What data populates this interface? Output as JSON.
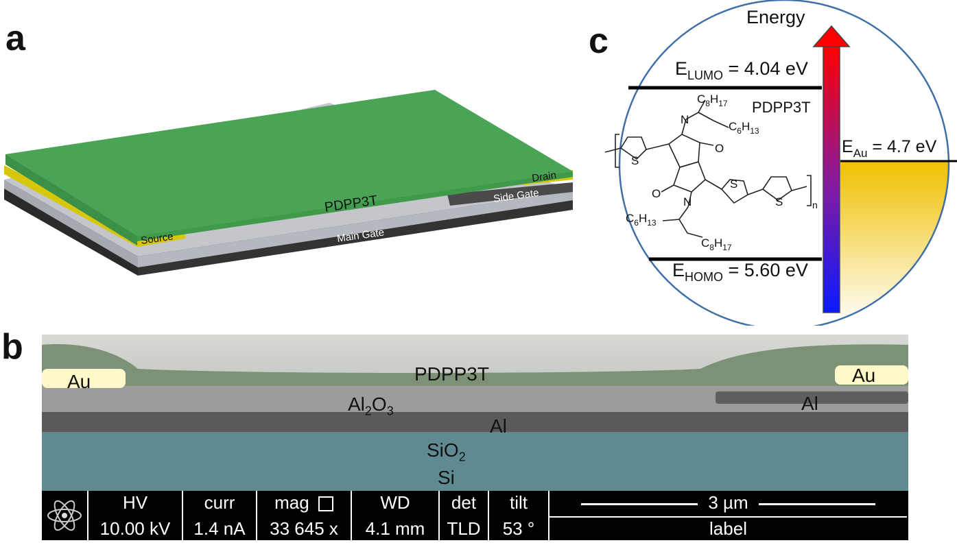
{
  "panels": {
    "a": "a",
    "b": "b",
    "c": "c"
  },
  "device": {
    "channel": "PDPP3T",
    "source": "Source",
    "drain": "Drain",
    "side_gate": "Side Gate",
    "main_gate": "Main Gate"
  },
  "energy": {
    "axis_label": "Energy",
    "lumo_main": "E",
    "lumo_sub": "LUMO",
    "lumo_value": " = 4.04 eV",
    "homo_main": "E",
    "homo_sub": "HOMO",
    "homo_value": " = 5.60 eV",
    "au_main": "E",
    "au_sub": "Au",
    "au_value": " = 4.7 eV",
    "polymer": "PDPP3T",
    "chem": {
      "c8h17_top_c": "C",
      "c8h17_top_8": "8",
      "c8h17_top_h": "H",
      "c8h17_top_17": "17",
      "c6h13_top_c": "C",
      "c6h13_top_6": "6",
      "c6h13_top_h": "H",
      "c6h13_top_13": "13",
      "c6h13_bot_c": "C",
      "c6h13_bot_6": "6",
      "c6h13_bot_h": "H",
      "c6h13_bot_13": "13",
      "c8h17_bot_c": "C",
      "c8h17_bot_8": "8",
      "c8h17_bot_h": "H",
      "c8h17_bot_17": "17",
      "n_top": "N",
      "n_bot": "N",
      "o_top": "O",
      "o_bot": "O",
      "s1": "S",
      "s2": "S",
      "s3": "S",
      "repeat_n": "n"
    }
  },
  "sem": {
    "au_left": "Au",
    "au_right": "Au",
    "pdpp3t": "PDPP3T",
    "al2o3_a": "Al",
    "al2o3_2": "2",
    "al2o3_o": "O",
    "al2o3_3": "3",
    "al_side": "Al",
    "al_main": "Al",
    "sio2_a": "SiO",
    "sio2_2": "2",
    "si": "Si"
  },
  "sem_bar": {
    "hv_label": "HV",
    "hv_value": "10.00 kV",
    "curr_label": "curr",
    "curr_value": "1.4 nA",
    "mag_label": "mag",
    "mag_value": "33 645 x",
    "wd_label": "WD",
    "wd_value": "4.1 mm",
    "det_label": "det",
    "det_value": "TLD",
    "tilt_label": "tilt",
    "tilt_value": "53 °",
    "scale_label": "3 µm",
    "footer_label": "label"
  }
}
